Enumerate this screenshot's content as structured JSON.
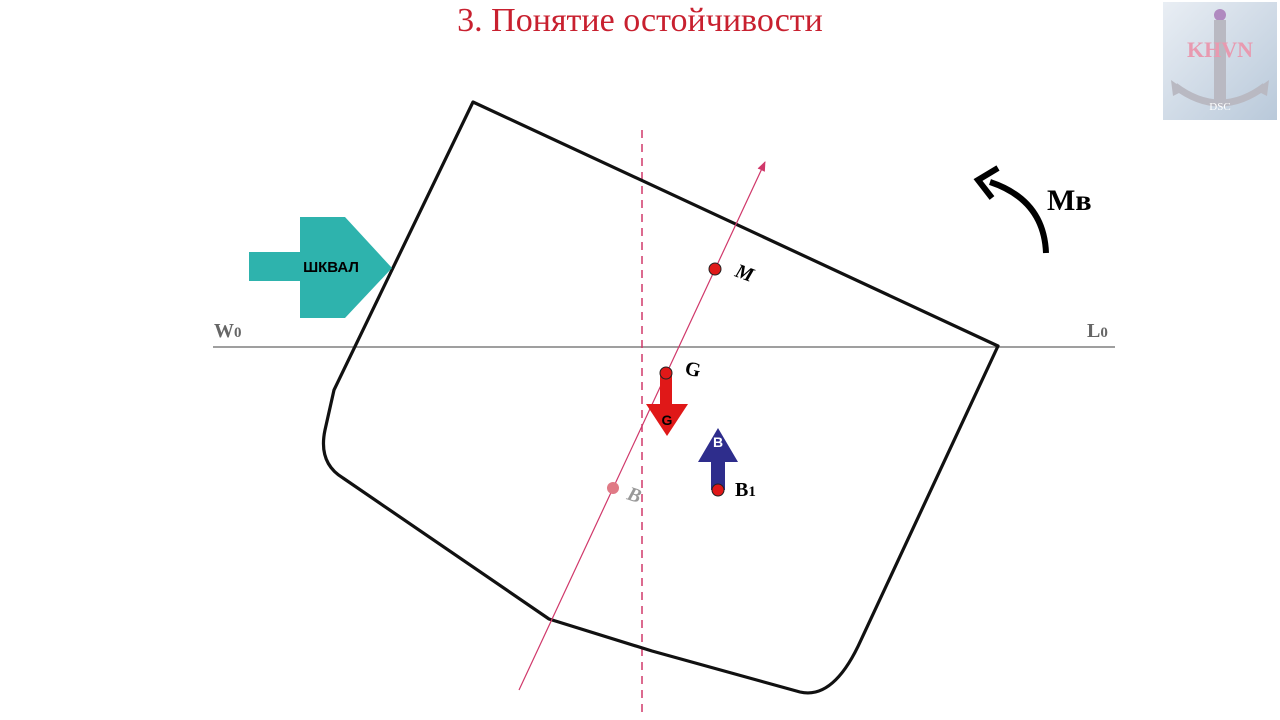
{
  "title": "3. Понятие остойчивости",
  "logo": {
    "text_main": "KHVN",
    "text_sub": "DSC",
    "icon": "anchor-icon"
  },
  "labels": {
    "squall": "ШКВАЛ",
    "moment": "Мв",
    "waterline_left": "W",
    "waterline_left_sub": "0",
    "waterline_right": "L",
    "waterline_right_sub": "0",
    "metacenter": "M",
    "gravity": "G",
    "gravity_arrow": "G",
    "buoyancy_old": "B",
    "buoyancy_new": "B",
    "buoyancy_new_sub": "1",
    "buoyancy_arrow": "B"
  },
  "colors": {
    "title": "#c8202f",
    "squall_arrow": "#2eb3ad",
    "point": "#e01818",
    "gravity_arrow": "#e01818",
    "buoyancy_arrow": "#2e2d8c",
    "axis_line": "#d0386a",
    "hull": "#111111"
  },
  "icons": [
    "squall-arrow",
    "moment-arrow-icon",
    "gravity-arrow",
    "buoyancy-arrow"
  ]
}
